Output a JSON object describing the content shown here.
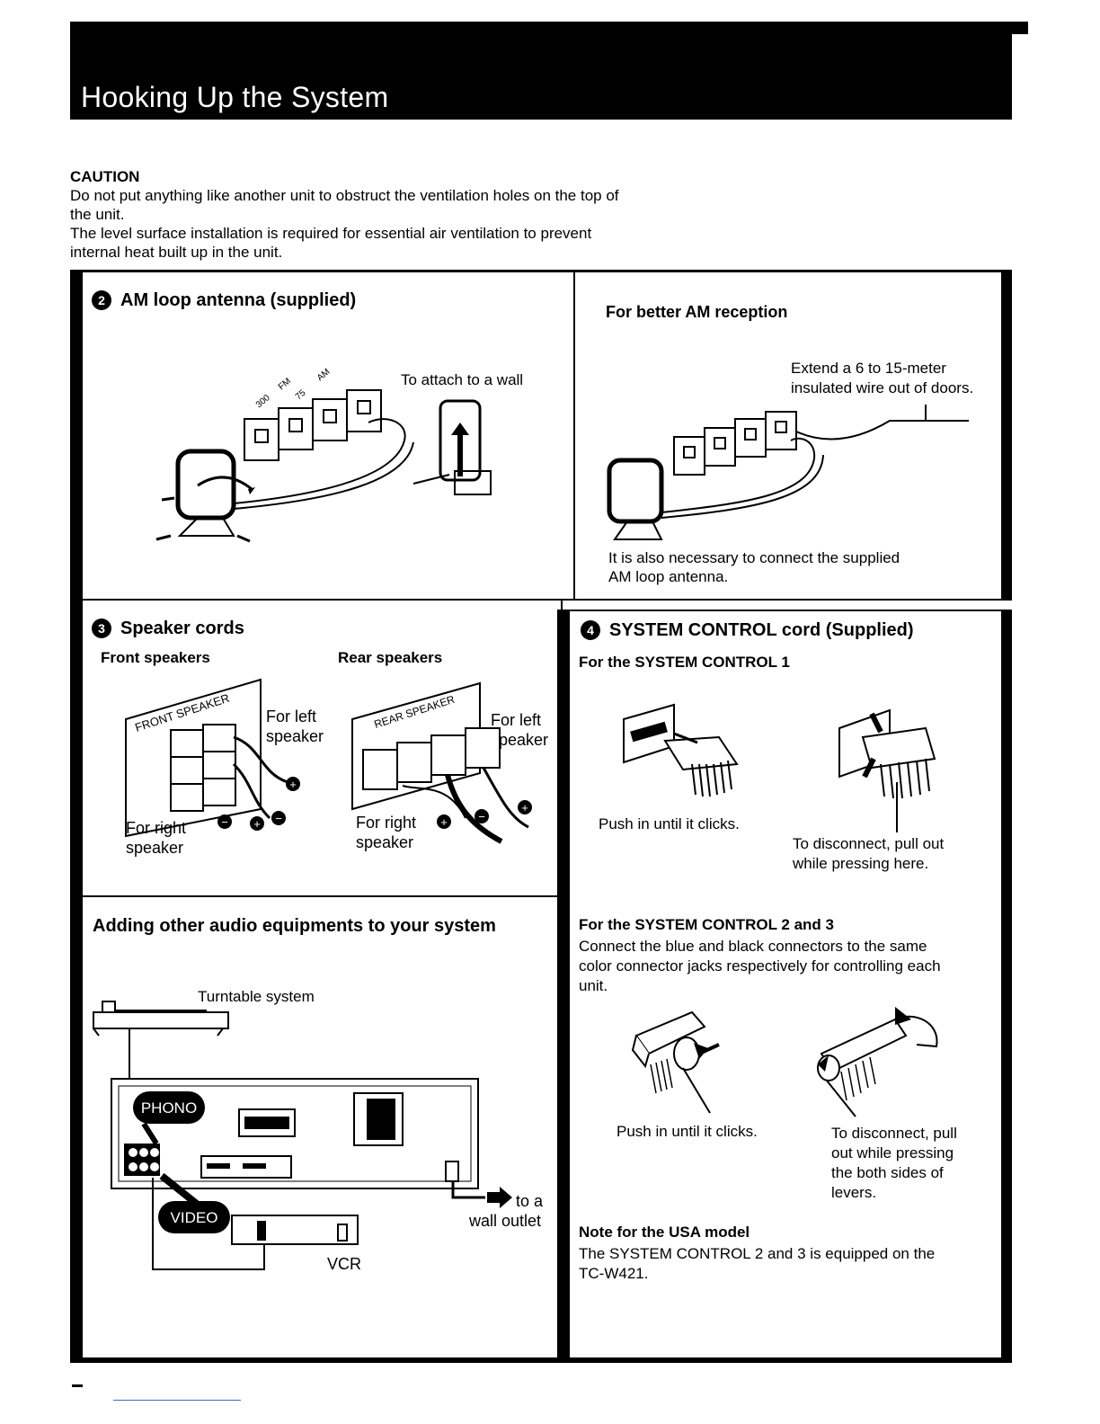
{
  "header": {
    "title": "Hooking Up the System"
  },
  "caution": {
    "heading": "CAUTION",
    "line1": "Do not put anything like another unit to obstruct the ventilation holes on the top of",
    "line2": "the unit.",
    "line3": "The level surface installation is required for essential air ventilation to prevent",
    "line4": "internal heat built up in the unit."
  },
  "am_antenna": {
    "number": "2",
    "title": "AM loop antenna (supplied)",
    "wall_label": "To attach to a wall",
    "terminals": [
      "300",
      "FM",
      "75",
      "AM"
    ]
  },
  "am_reception": {
    "title": "For better AM reception",
    "extend_line1": "Extend a 6 to 15-meter",
    "extend_line2": "insulated wire out of doors.",
    "note_line1": "It is also necessary to connect the supplied",
    "note_line2": "AM loop antenna."
  },
  "speaker_cords": {
    "number": "3",
    "title": "Speaker cords",
    "front_title": "Front speakers",
    "rear_title": "Rear speakers",
    "front_panel_label": "FRONT SPEAKER",
    "rear_panel_label": "REAR SPEAKER",
    "left_line1": "For left",
    "left_line2": "speaker",
    "right_line1": "For right",
    "right_line2": "speaker",
    "plus": "+",
    "minus": "−"
  },
  "system_control": {
    "number": "4",
    "title": "SYSTEM CONTROL cord (Supplied)",
    "sc1_title": "For the SYSTEM CONTROL 1",
    "push_label": "Push in until it clicks.",
    "disconnect1_line1": "To disconnect, pull out",
    "disconnect1_line2": "while pressing here.",
    "sc23_title": "For the SYSTEM CONTROL 2 and 3",
    "sc23_line1": "Connect the blue and black connectors to the same",
    "sc23_line2": "color connector jacks respectively for controlling each",
    "sc23_line3": "unit.",
    "push2_label": "Push in until it clicks.",
    "disconnect2_line1": "To disconnect, pull",
    "disconnect2_line2": "out while pressing",
    "disconnect2_line3": "the both sides of",
    "disconnect2_line4": "levers.",
    "note_title": "Note for the USA model",
    "note_line1": "The SYSTEM CONTROL 2 and 3 is equipped on the",
    "note_line2": "TC-W421."
  },
  "adding_equipment": {
    "title": "Adding other audio equipments  to your system",
    "turntable_label": "Turntable system",
    "phono_label": "PHONO",
    "video_label": "VIDEO",
    "vcr_label": "VCR",
    "outlet_line1": "to a",
    "outlet_line2": "wall outlet"
  }
}
